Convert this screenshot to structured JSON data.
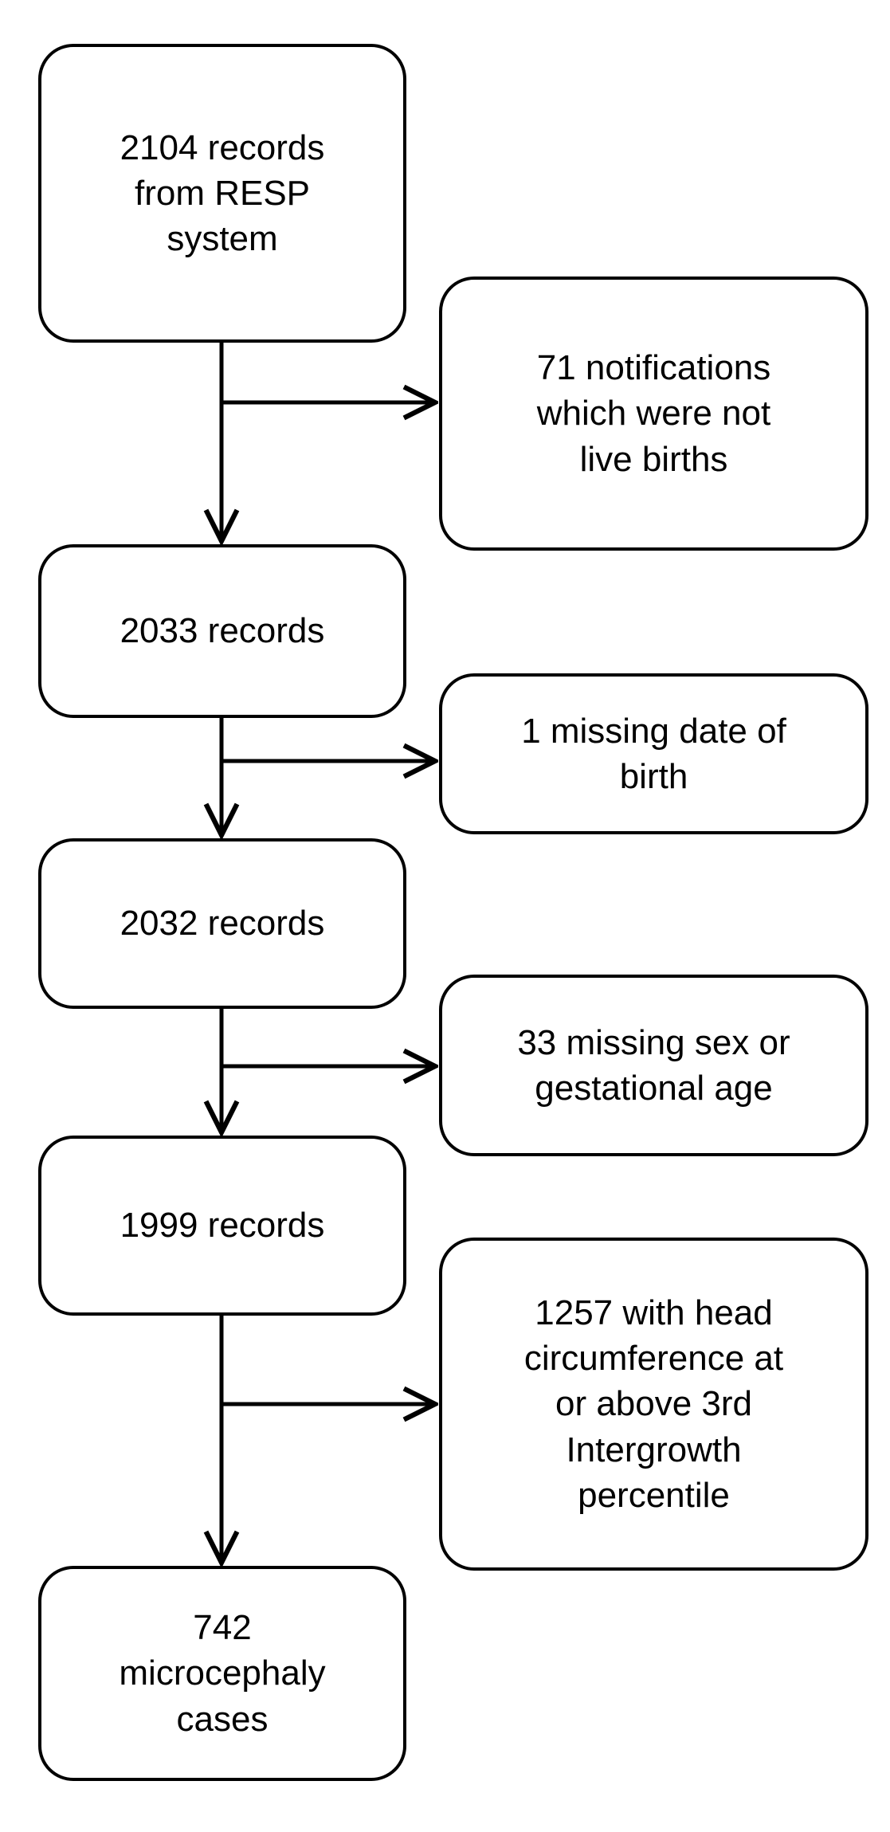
{
  "diagram": {
    "title": "Microcephaly case selection flow",
    "type": "flowchart",
    "orientation": "vertical",
    "stroke_color": "#000000",
    "fill_color": "#ffffff",
    "background": "#ffffff"
  },
  "main_nodes": [
    {
      "id": "main-0",
      "text": "2104 records\nfrom RESP\nsystem",
      "count": 2104
    },
    {
      "id": "main-1",
      "text": "2033 records",
      "count": 2033
    },
    {
      "id": "main-2",
      "text": "2032 records",
      "count": 2032
    },
    {
      "id": "main-3",
      "text": "1999 records",
      "count": 1999
    },
    {
      "id": "main-4",
      "text": "742\nmicrocephaly\ncases",
      "count": 742
    }
  ],
  "exclusion_nodes": [
    {
      "id": "excl-0",
      "text": "71 notifications\nwhich were not\nlive births",
      "count": 71
    },
    {
      "id": "excl-1",
      "text": "1 missing date of\nbirth",
      "count": 1
    },
    {
      "id": "excl-2",
      "text": "33 missing sex or\ngestational age",
      "count": 33
    },
    {
      "id": "excl-3",
      "text": "1257 with head\ncircumference at\nor above 3rd\nIntergrowth\npercentile",
      "count": 1257
    }
  ],
  "connectors": [
    {
      "id": "flow-0",
      "from": "main-0",
      "to": "main-1",
      "kind": "down-arrow"
    },
    {
      "id": "branch-0",
      "from": "main-0",
      "to": "excl-0",
      "kind": "right-arrow"
    },
    {
      "id": "flow-1",
      "from": "main-1",
      "to": "main-2",
      "kind": "down-arrow"
    },
    {
      "id": "branch-1",
      "from": "main-1",
      "to": "excl-1",
      "kind": "right-arrow"
    },
    {
      "id": "flow-2",
      "from": "main-2",
      "to": "main-3",
      "kind": "down-arrow"
    },
    {
      "id": "branch-2",
      "from": "main-2",
      "to": "excl-2",
      "kind": "right-arrow"
    },
    {
      "id": "flow-3",
      "from": "main-3",
      "to": "main-4",
      "kind": "down-arrow"
    },
    {
      "id": "branch-3",
      "from": "main-3",
      "to": "excl-3",
      "kind": "right-arrow"
    }
  ]
}
